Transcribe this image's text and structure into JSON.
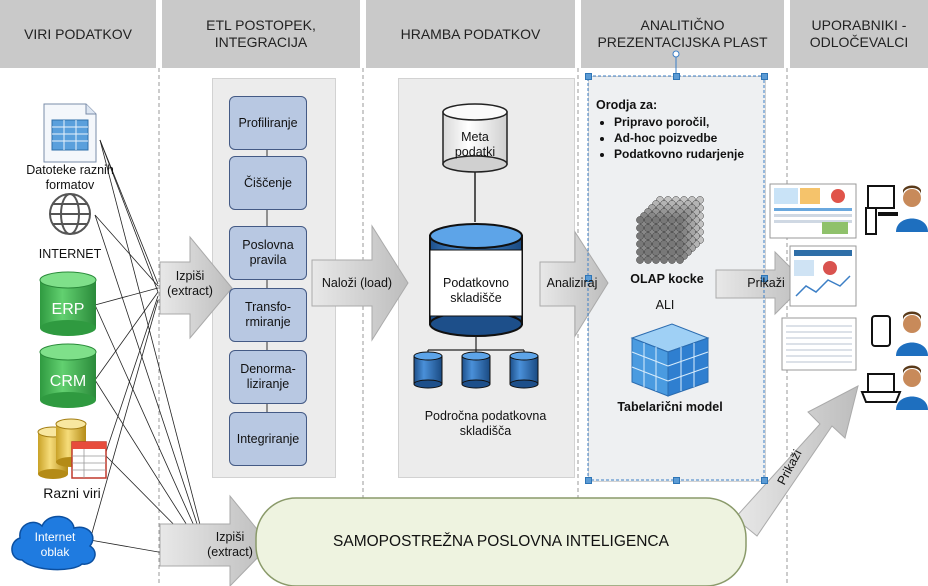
{
  "headers": {
    "sources": "VIRI PODATKOV",
    "etl": "ETL POSTOPEK,\nINTEGRACIJA",
    "storage": "HRAMBA PODATKOV",
    "analytics": "ANALITIČNO\nPREZENTACIJSKA PLAST",
    "users": "UPORABNIKI -\nODLOČEVALCI"
  },
  "sources": {
    "files": "Datoteke raznih\nformatov",
    "internet": "INTERNET",
    "erp": "ERP",
    "crm": "CRM",
    "various": "Razni viri",
    "cloud": "Internet\noblak"
  },
  "etl_steps": [
    "Profiliranje",
    "Čiščenje",
    "Poslovna\npravila",
    "Transfo-\nrmiranje",
    "Denorma-\nliziranje",
    "Integriranje"
  ],
  "arrows": {
    "extract": "Izpiši\n(extract)",
    "load": "Naloži (load)",
    "analyze": "Analiziraj",
    "show": "Prikaži",
    "extract2": "Izpiši\n(extract)",
    "show2": "Prikaži"
  },
  "storage": {
    "meta": "Meta\npodatki",
    "warehouse": "Podatkovno\nskladišče",
    "marts": "Področna podatkovna\nskladišča"
  },
  "analytics": {
    "tools_title": "Orodja za:",
    "tools": [
      "Pripravo poročil,",
      "Ad-hoc poizvedbe",
      "Podatkovno rudarjenje"
    ],
    "olap": "OLAP kocke",
    "or": "ALI",
    "tabular": "Tabelarični model"
  },
  "selfservice": "SAMOPOSTREŽNA POSLOVNA INTELIGENCA",
  "colors": {
    "header_bg": "#c9c9c9",
    "panel_bg": "#ececec",
    "step_fill": "#b8c8e2",
    "green_db": "#4fbf5f",
    "cylinder_blue": "#2b6cb0",
    "selfservice_fill": "#eef3e0"
  }
}
